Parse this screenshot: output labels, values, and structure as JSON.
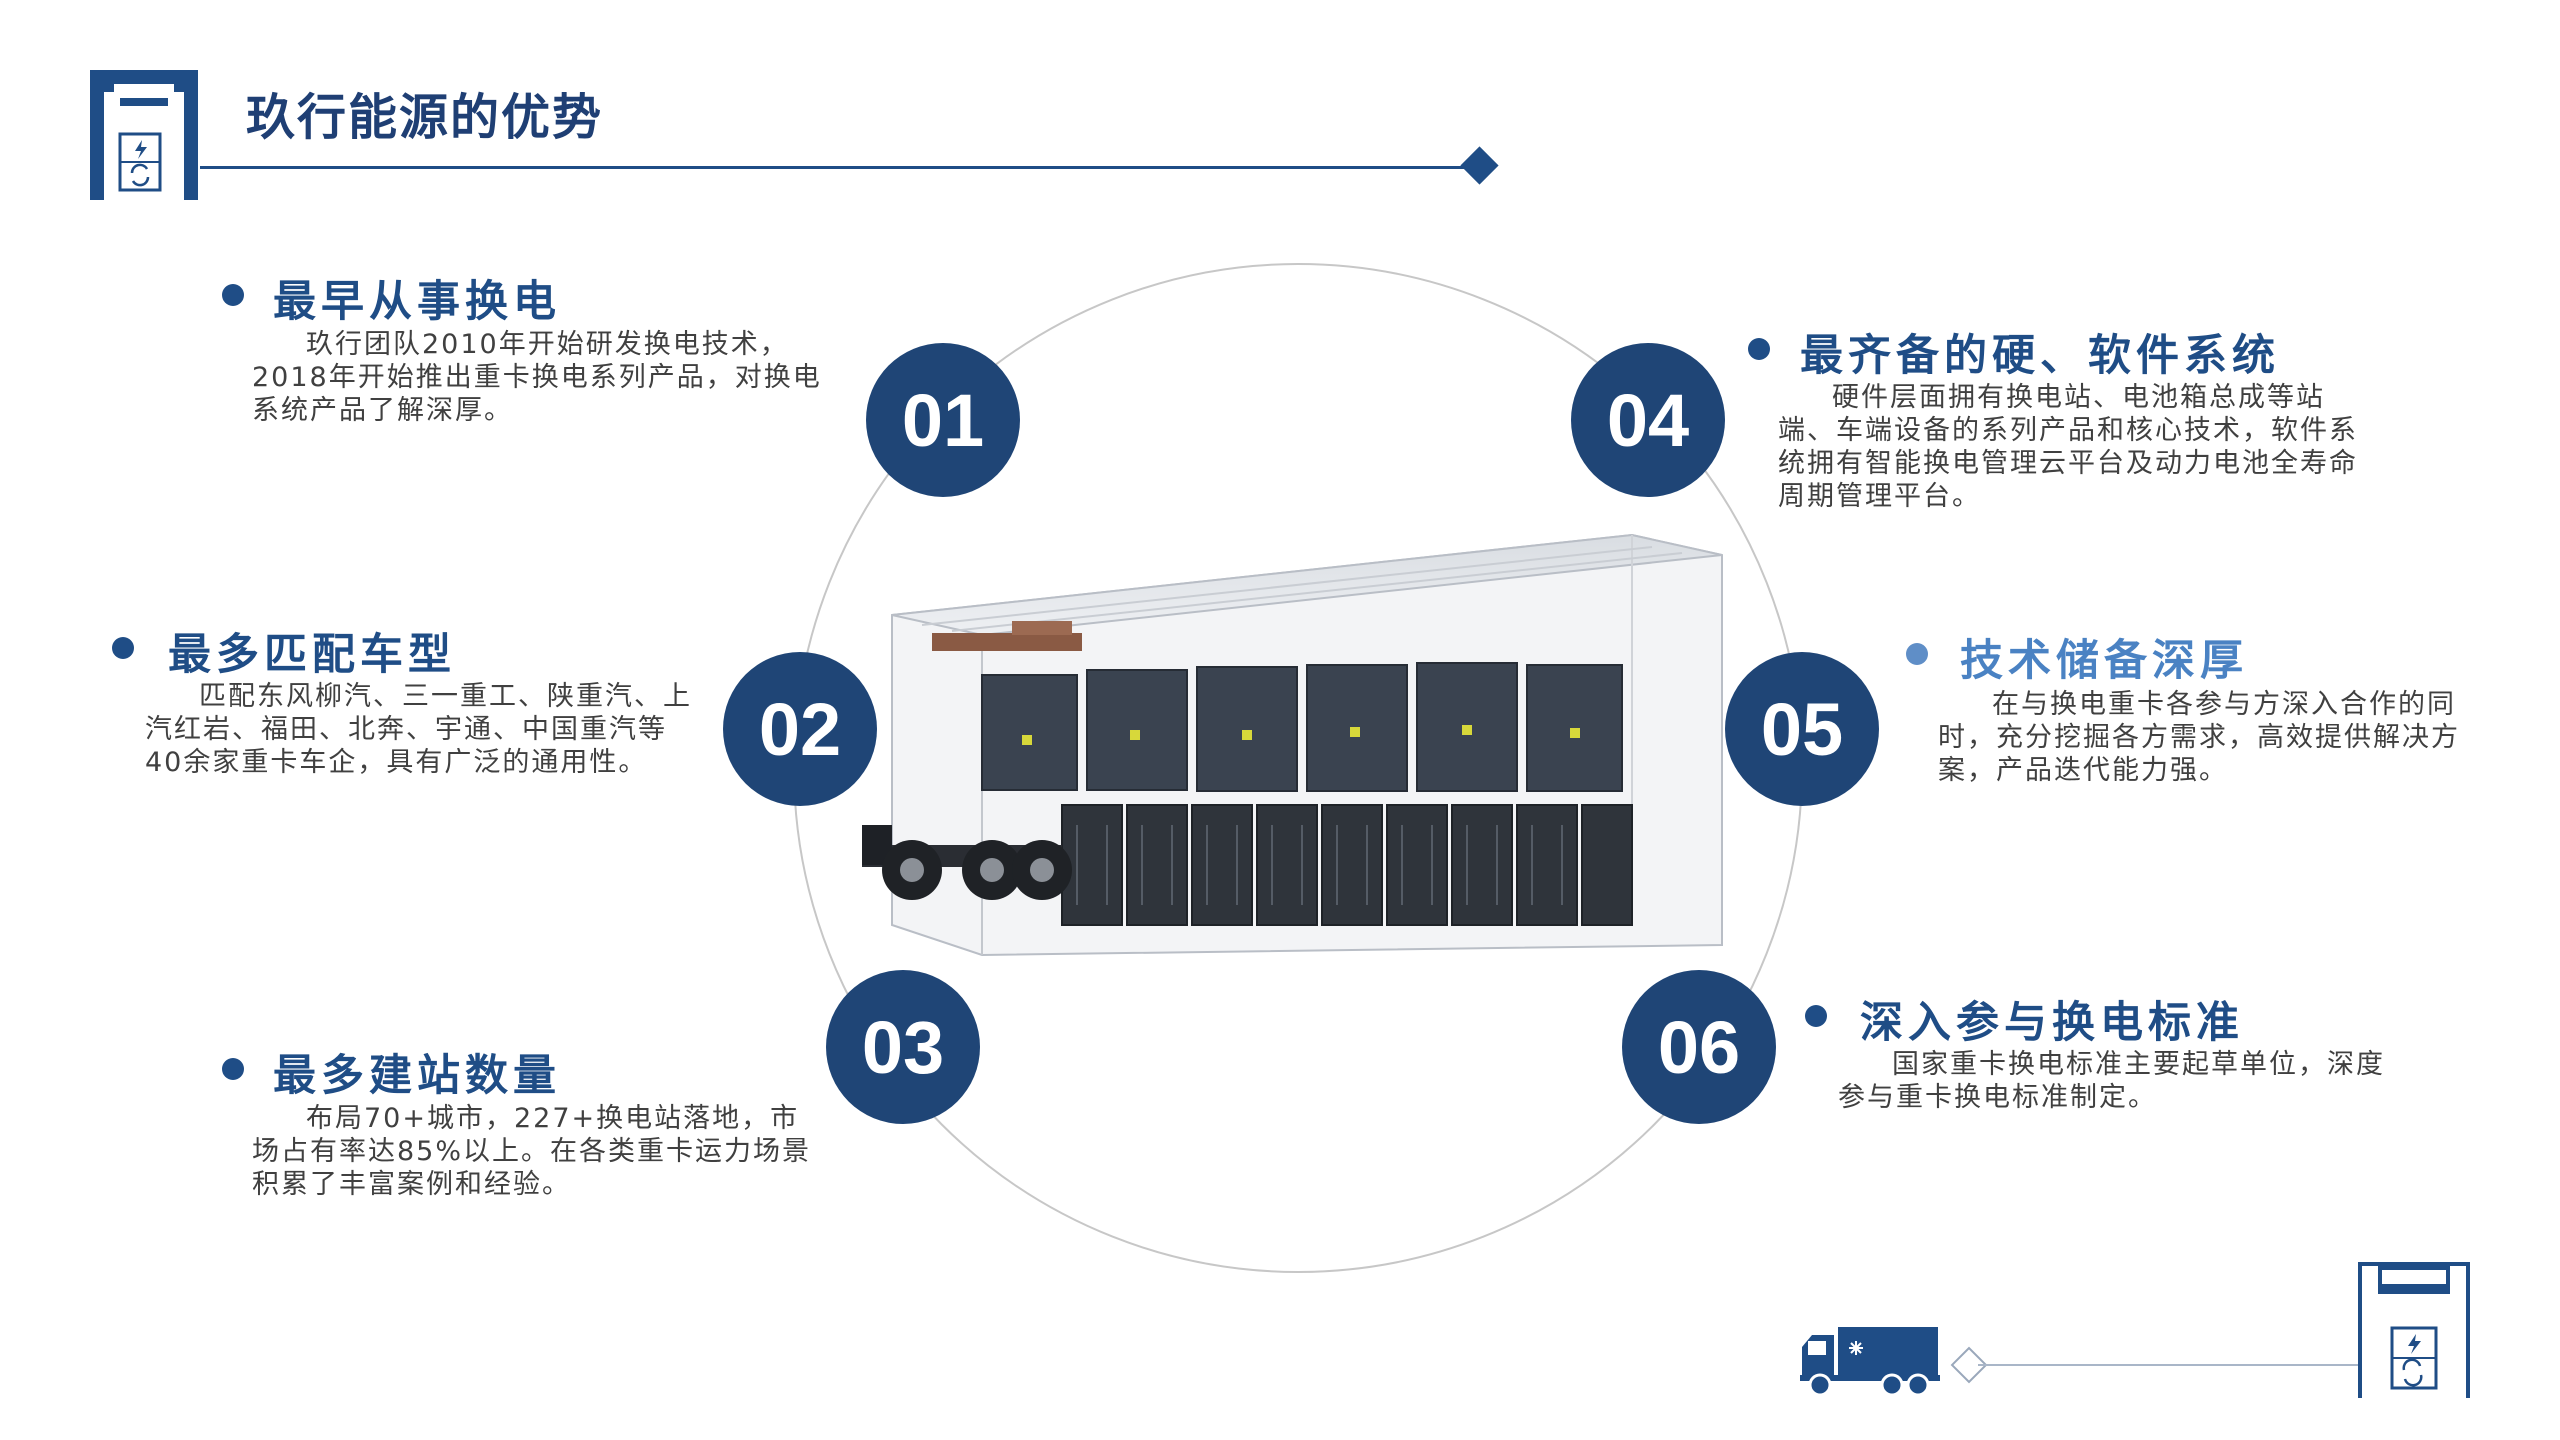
{
  "header": {
    "title": "玖行能源的优势"
  },
  "features": [
    {
      "number": "01",
      "title": "最早从事换电",
      "desc": "玖行团队2010年开始研发换电技术，2018年开始推出重卡换电系列产品，对换电系统产品了解深厚。"
    },
    {
      "number": "02",
      "title": "最多匹配车型",
      "desc": "匹配东风柳汽、三一重工、陕重汽、上汽红岩、福田、北奔、宇通、中国重汽等40余家重卡车企，具有广泛的通用性。"
    },
    {
      "number": "03",
      "title": "最多建站数量",
      "desc": "布局70+城市，227+换电站落地，市场占有率达85%以上。在各类重卡运力场景积累了丰富案例和经验。"
    },
    {
      "number": "04",
      "title": "最齐备的硬、软件系统",
      "desc": "硬件层面拥有换电站、电池箱总成等站端、车端设备的系列产品和核心技术，软件系统拥有智能换电管理云平台及动力电池全寿命周期管理平台。"
    },
    {
      "number": "05",
      "title": "技术储备深厚",
      "desc": "在与换电重卡各参与方深入合作的同时，充分挖掘各方需求，高效提供解决方案，产品迭代能力强。"
    },
    {
      "number": "06",
      "title": "深入参与换电标准",
      "desc": "国家重卡换电标准主要起草单位，深度参与重卡换电标准制定。"
    }
  ],
  "icons": {
    "logo": "battery-swap-station-icon",
    "truck": "truck-icon"
  },
  "colors": {
    "primary": "#1f4576",
    "accent": "#1f4d86",
    "light_accent": "#4a82c3"
  }
}
